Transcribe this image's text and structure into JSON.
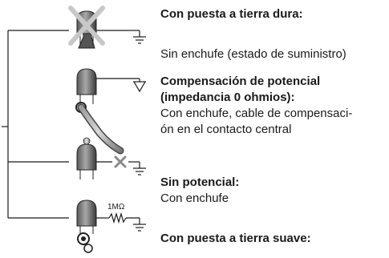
{
  "sections": [
    {
      "title": "Con puesta a tierra dura:",
      "lines": [
        "Sin enchufe (estado de suministro)"
      ]
    },
    {
      "title_lines": [
        "Compensación de potencial",
        "(impedancia 0 ohmios):"
      ],
      "lines": [
        "Con enchufe, cable de compensaci-",
        "ón en el contacto central"
      ]
    },
    {
      "title": "Sin potencial:",
      "lines": [
        "Con enchufe"
      ]
    },
    {
      "title": "Con puesta a tierra suave:",
      "lines": []
    }
  ],
  "resistor_label": "1MΩ"
}
